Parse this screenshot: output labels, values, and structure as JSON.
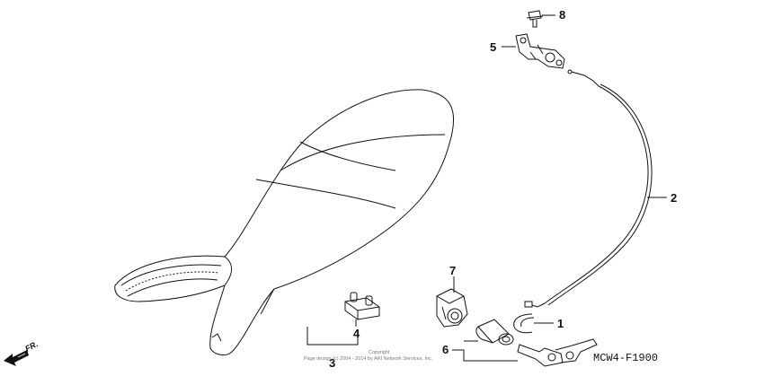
{
  "diagram": {
    "callouts": {
      "p1": "1",
      "p2": "2",
      "p3": "3",
      "p4": "4",
      "p5": "5",
      "p6": "6",
      "p7": "7",
      "p8": "8"
    },
    "diagram_code": "MCW4-F1900",
    "direction_label": "FR.",
    "copyright_line1": "Copyright",
    "copyright_line2": "Page design (c) 2004 - 2014 by ARI Network Services, Inc."
  }
}
